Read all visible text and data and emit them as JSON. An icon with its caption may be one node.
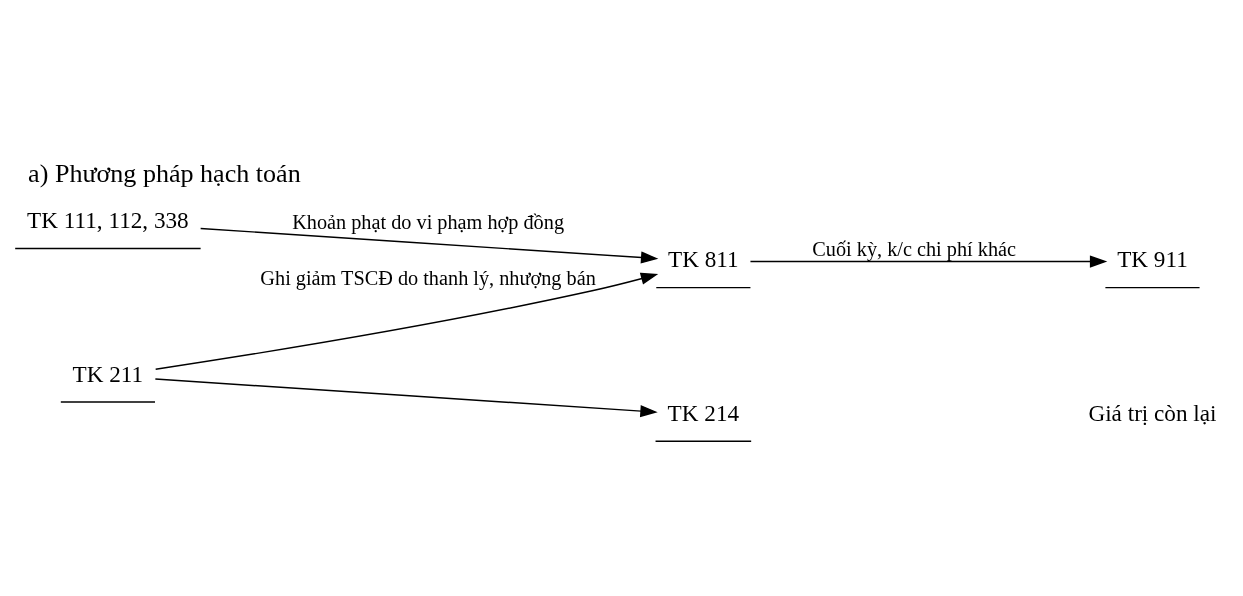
{
  "diagram": {
    "title": "a) Phương pháp hạch toán",
    "nodes": [
      {
        "text": [
          "TK 811"
        ]
      },
      {
        "text": [
          "TK 911"
        ]
      },
      {
        "text": [
          "TK 111, 112, 338"
        ]
      },
      {
        "text": [
          "TK 214"
        ]
      },
      {
        "text": [
          "TK 211"
        ]
      }
    ],
    "edges": [
      {
        "from": 0,
        "to": 1,
        "arrow": "to",
        "label": "Cuối kỳ, k/c chi phí khác"
      },
      {
        "from": 2,
        "to": 0,
        "arrow": "to",
        "label": "Khoản phạt do vi phạm hợp đồng"
      },
      {
        "from": 4,
        "to": 3,
        "arrow": "to"
      },
      {
        "from": 4,
        "to": 0,
        "arrow": "to",
        "label": "Ghi giảm TSCĐ do thanh lý, nhượng bán"
      }
    ],
    "labels": [
      "Giá trị còn lại"
    ]
  }
}
